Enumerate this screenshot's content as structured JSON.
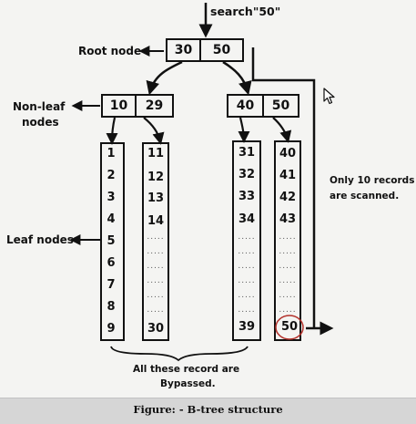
{
  "search_label": "search\"50\"",
  "labels": {
    "root": "Root node",
    "nonleaf_line1": "Non-leaf",
    "nonleaf_line2": "nodes",
    "leaf": "Leaf nodes",
    "scanned_line1": "Only 10 records",
    "scanned_line2": "are scanned.",
    "bypassed_line1": "All these record are",
    "bypassed_line2": "Bypassed."
  },
  "root_node": [
    "30",
    "50"
  ],
  "left_node": [
    "10",
    "29"
  ],
  "right_node": [
    "40",
    "50"
  ],
  "leaf_col1": [
    "1",
    "2",
    "3",
    "4",
    "5",
    "6",
    "7",
    "8",
    "9"
  ],
  "leaf_col2_top": [
    "11",
    "12",
    "13",
    "14"
  ],
  "leaf_col2_bottom": "30",
  "leaf_col3_top": [
    "31",
    "32",
    "33",
    "34"
  ],
  "leaf_col3_bottom": "39",
  "leaf_col4_top": [
    "40",
    "41",
    "42",
    "43"
  ],
  "leaf_col4_bottom": "50",
  "dots": ".....",
  "caption": "Figure: - B-tree structure"
}
